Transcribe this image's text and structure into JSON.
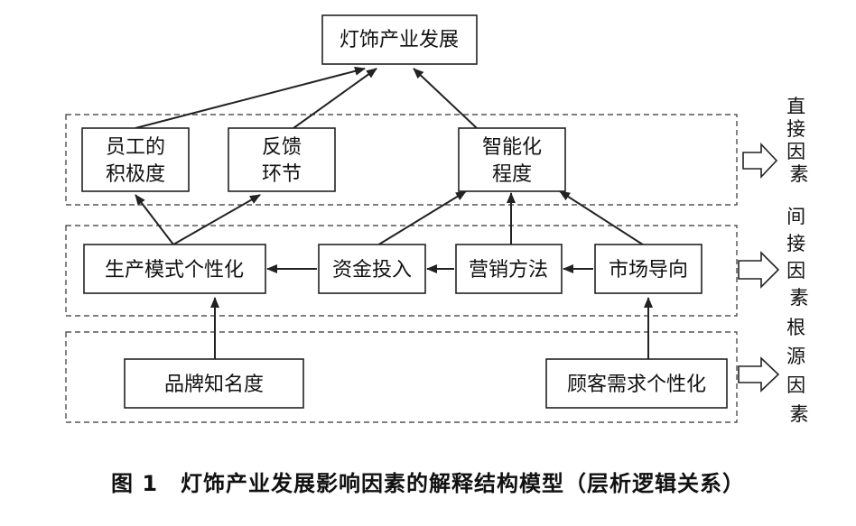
{
  "diagram": {
    "nodes": {
      "industry": [
        "灯饰产业发展"
      ],
      "staff": [
        "员工的",
        "积极度"
      ],
      "feedback": [
        "反馈",
        "环节"
      ],
      "smart": [
        "智能化",
        "程度"
      ],
      "personalize": [
        "生产模式个性化"
      ],
      "capital": [
        "资金投入"
      ],
      "marketing": [
        "营销方法"
      ],
      "market": [
        "市场导向"
      ],
      "brand": [
        "品牌知名度"
      ],
      "demand": [
        "顾客需求个性化"
      ]
    },
    "tiers": {
      "direct": "直接因素",
      "indirect": "间接因素",
      "root": "根源因素"
    },
    "edges": [
      [
        "staff",
        "industry"
      ],
      [
        "feedback",
        "industry"
      ],
      [
        "smart",
        "industry"
      ],
      [
        "personalize",
        "staff"
      ],
      [
        "personalize",
        "feedback"
      ],
      [
        "capital",
        "personalize"
      ],
      [
        "marketing",
        "capital"
      ],
      [
        "market",
        "marketing"
      ],
      [
        "capital",
        "smart"
      ],
      [
        "marketing",
        "smart"
      ],
      [
        "market",
        "smart"
      ],
      [
        "brand",
        "personalize"
      ],
      [
        "demand",
        "market"
      ]
    ]
  },
  "caption": "图 1　灯饰产业发展影响因素的解释结构模型（层析逻辑关系）"
}
